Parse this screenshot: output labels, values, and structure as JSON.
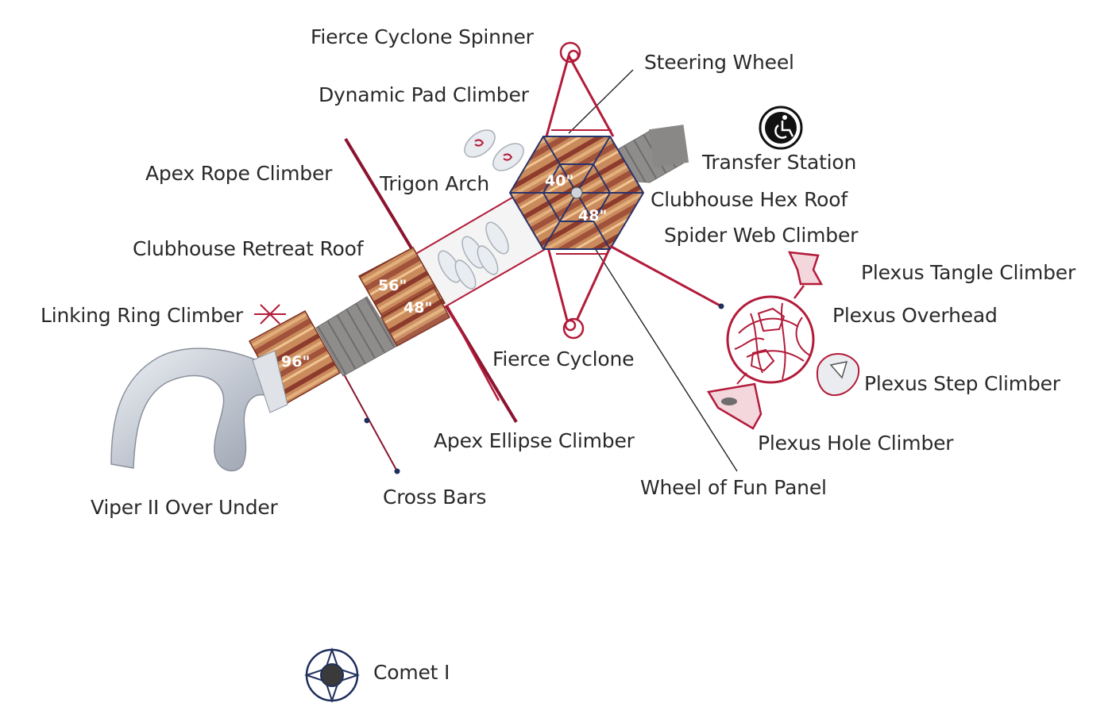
{
  "labels": {
    "fierce_cyclone_spinner": "Fierce Cyclone Spinner",
    "steering_wheel": "Steering Wheel",
    "dynamic_pad_climber": "Dynamic Pad Climber",
    "transfer_station": "Transfer Station",
    "apex_rope_climber": "Apex Rope Climber",
    "trigon_arch": "Trigon Arch",
    "clubhouse_hex_roof": "Clubhouse Hex Roof",
    "spider_web_climber": "Spider Web Climber",
    "clubhouse_retreat_roof": "Clubhouse Retreat Roof",
    "plexus_tangle_climber": "Plexus Tangle Climber",
    "linking_ring_climber": "Linking Ring Climber",
    "plexus_overhead": "Plexus Overhead",
    "fierce_cyclone": "Fierce Cyclone",
    "plexus_step_climber": "Plexus Step Climber",
    "apex_ellipse_climber": "Apex Ellipse Climber",
    "plexus_hole_climber": "Plexus Hole Climber",
    "wheel_of_fun_panel": "Wheel of Fun Panel",
    "cross_bars": "Cross Bars",
    "viper_ii_over_under": "Viper II Over Under",
    "comet_i": "Comet I"
  },
  "deck_heights": {
    "hex_top": "40\"",
    "hex_bottom": "48\"",
    "retreat_top": "56\"",
    "retreat_bottom": "48\"",
    "slide_deck": "96\""
  },
  "colors": {
    "frame": "#b31b3a",
    "roof_wood": "#b06a45",
    "slide": "#c9cfd8",
    "deck": "#8f8c8c",
    "label": "#2a2a2a"
  },
  "icons": {
    "transfer_station": "wheelchair-accessible-icon",
    "comet_i": "star-spinner-icon"
  }
}
